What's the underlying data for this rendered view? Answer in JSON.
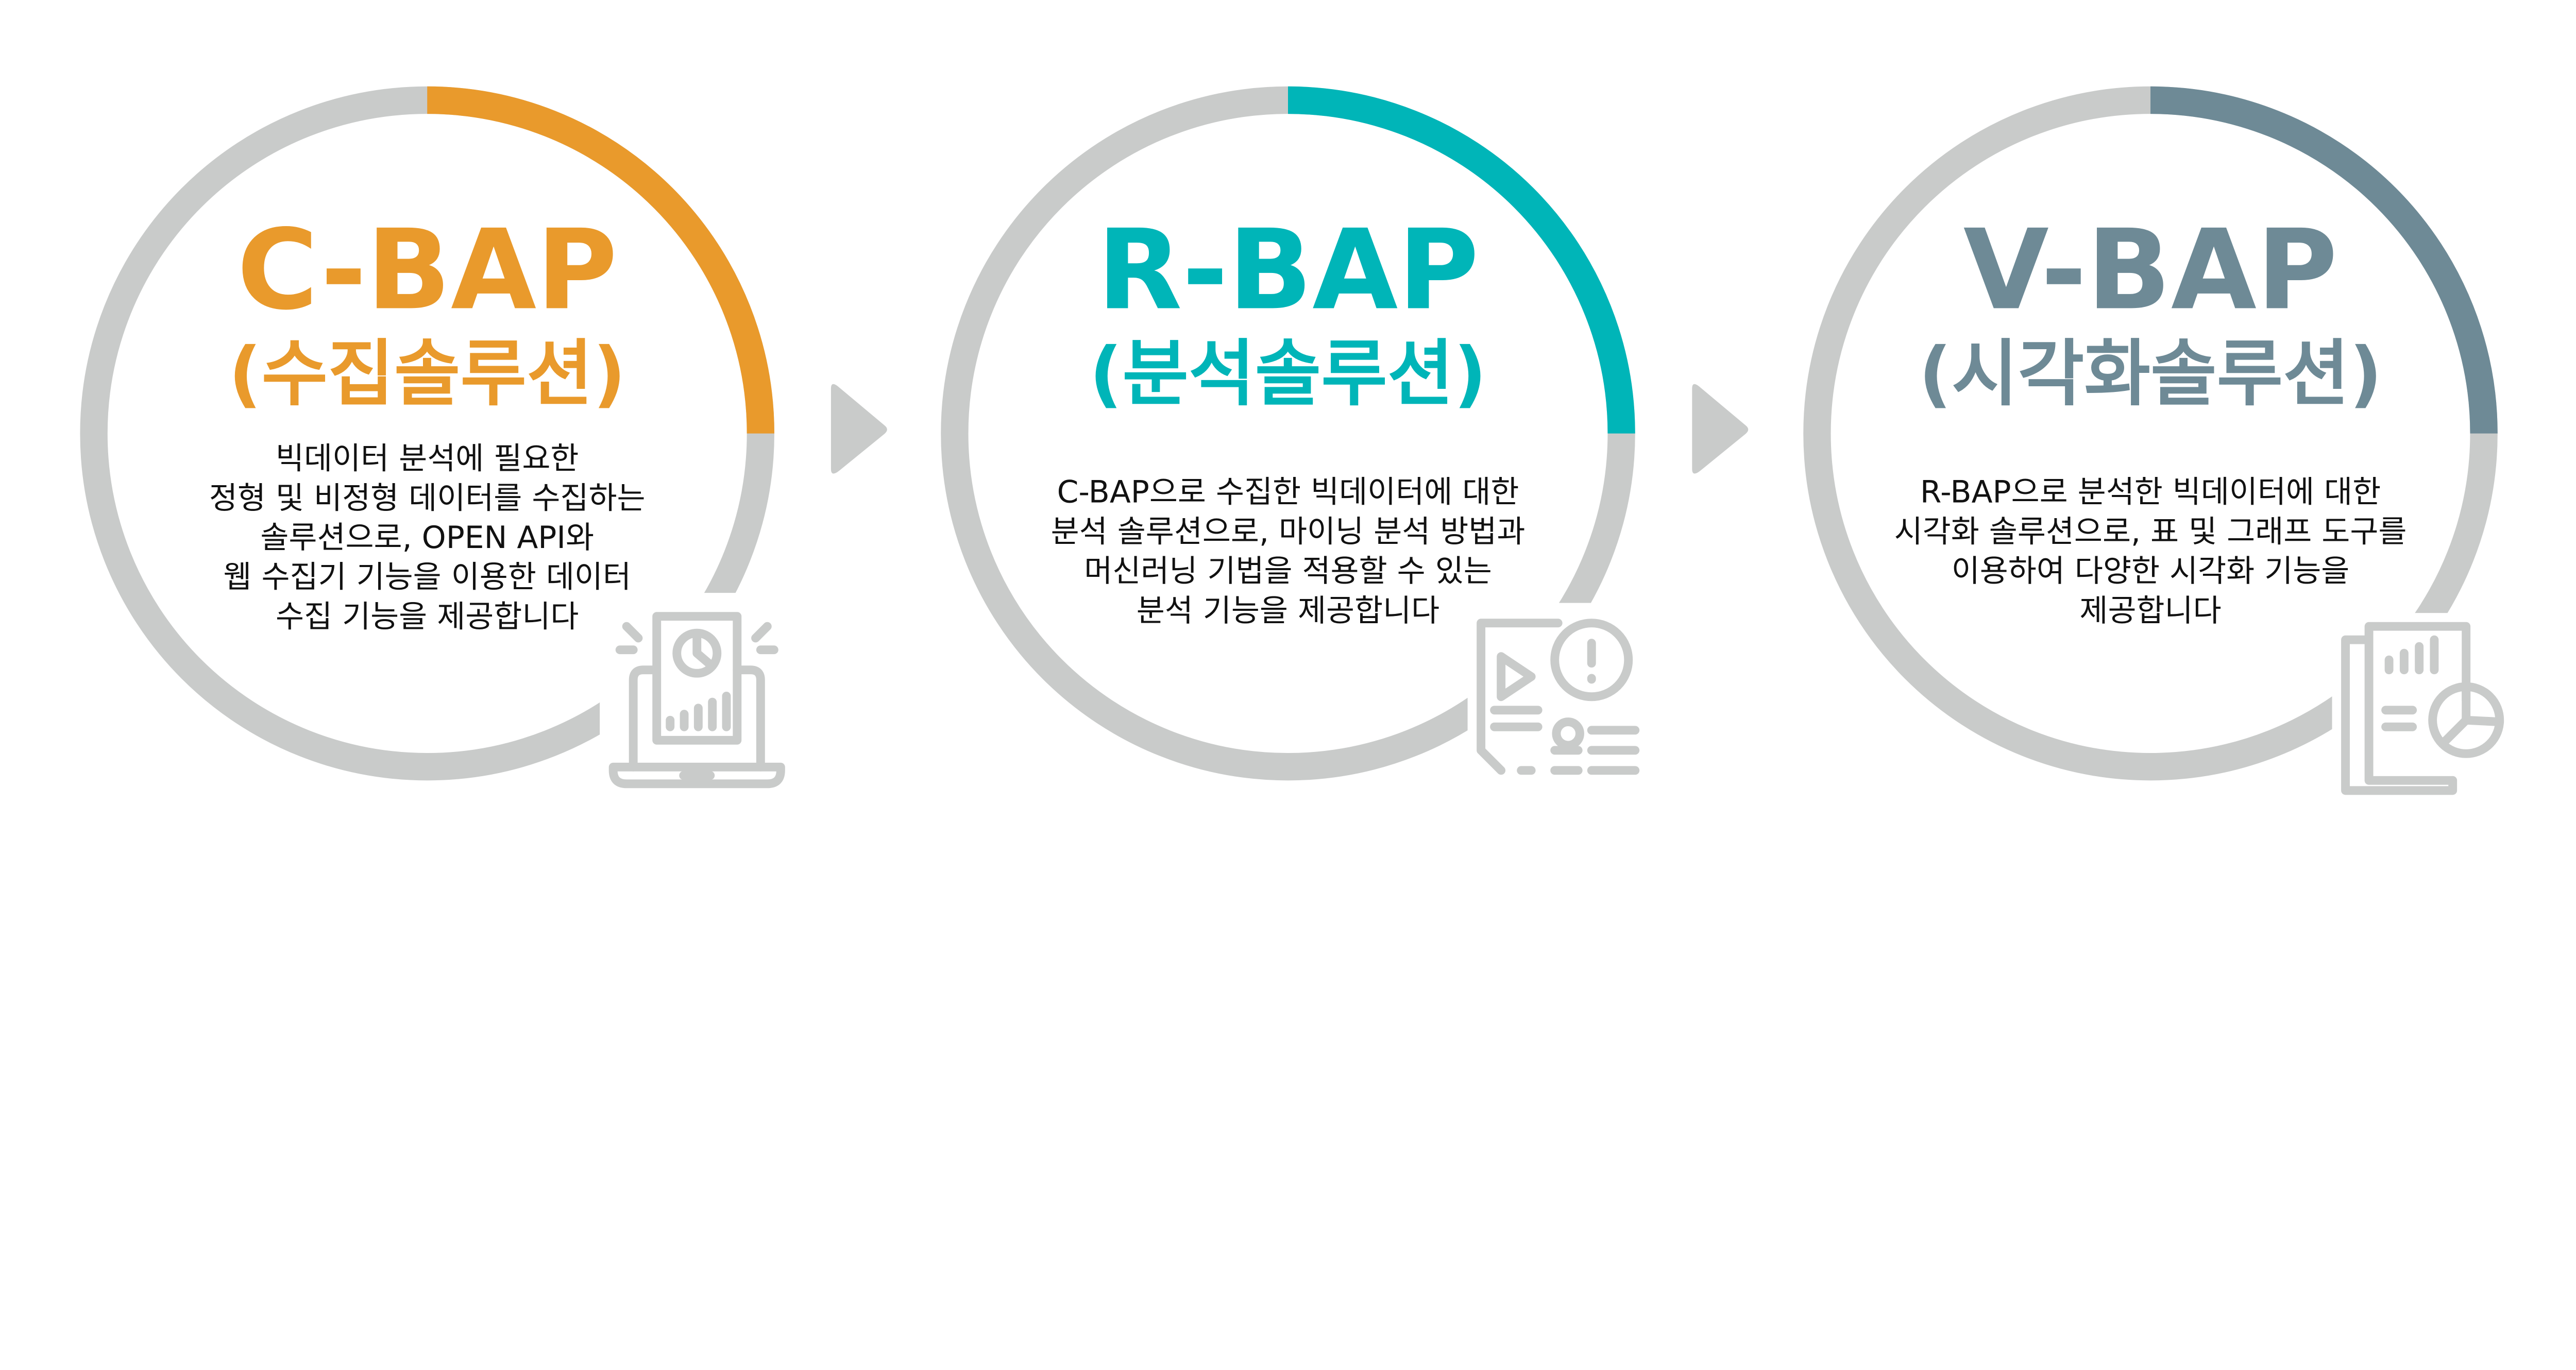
{
  "colors": {
    "ring_base": "#c9cbca",
    "arrow": "#c9cbca",
    "icon": "#c9cbca"
  },
  "steps": [
    {
      "title": "C-BAP",
      "subtitle": "(수집솔루션)",
      "color": "#e99a2c",
      "progress_fraction": 0.25,
      "icon": "laptop-report-icon",
      "lines": [
        "빅데이터 분석에 필요한",
        "정형 및 비정형 데이터를 수집하는",
        "솔루션으로, OPEN API와",
        "웹 수집기 기능을 이용한 데이터",
        "수집 기능을 제공합니다"
      ]
    },
    {
      "title": "R-BAP",
      "subtitle": "(분석솔루션)",
      "color": "#00b5b8",
      "progress_fraction": 0.25,
      "icon": "document-analysis-icon",
      "lines": [
        "C-BAP으로 수집한 빅데이터에 대한",
        "분석 솔루션으로, 마이닝 분석 방법과",
        "머신러닝 기법을 적용할 수 있는",
        "분석 기능을 제공합니다"
      ]
    },
    {
      "title": "V-BAP",
      "subtitle": "(시각화솔루션)",
      "color": "#6e8a96",
      "progress_fraction": 0.25,
      "icon": "report-chart-icon",
      "lines": [
        "R-BAP으로 분석한 빅데이터에 대한",
        "시각화 솔루션으로, 표 및 그래프 도구를",
        "이용하여 다양한 시각화 기능을",
        "제공합니다"
      ]
    }
  ]
}
